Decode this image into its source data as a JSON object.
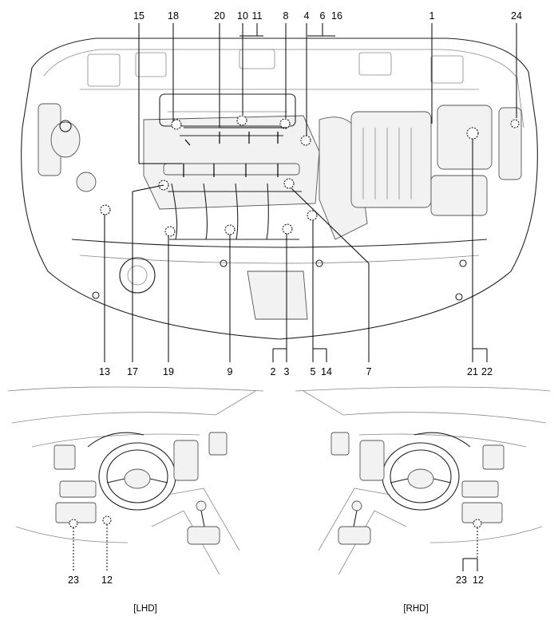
{
  "callouts": {
    "top": [
      "15",
      "18",
      "20",
      "10",
      "11",
      "8",
      "4",
      "6",
      "16",
      "1",
      "24"
    ],
    "bottom": [
      "13",
      "17",
      "19",
      "9",
      "2",
      "3",
      "5",
      "14",
      "7",
      "21",
      "22"
    ],
    "lhd": [
      "23",
      "12"
    ],
    "rhd": [
      "23",
      "12"
    ]
  },
  "captions": {
    "lhd": "[LHD]",
    "rhd": "[RHD]"
  }
}
